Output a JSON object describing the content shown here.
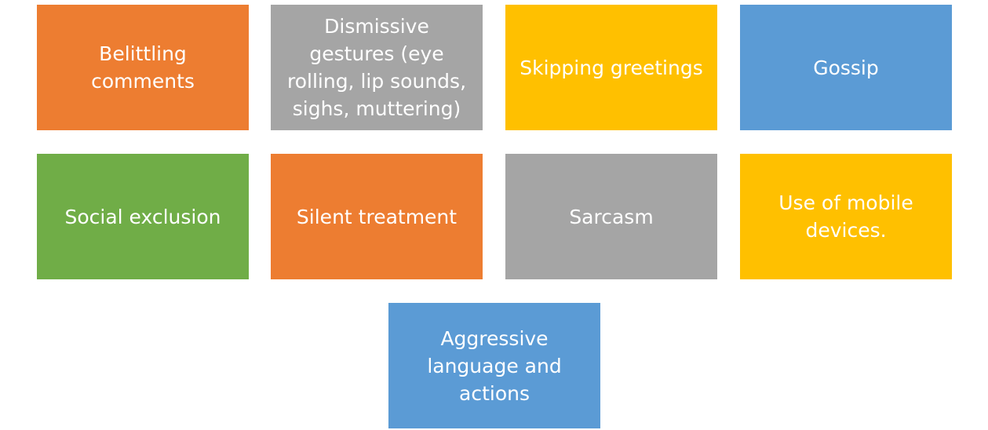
{
  "boxes": [
    {
      "label": "Belittling comments"
    },
    {
      "label": "Dismissive gestures (eye rolling, lip sounds, sighs, muttering)"
    },
    {
      "label": "Skipping greetings"
    },
    {
      "label": "Gossip"
    },
    {
      "label": "Social exclusion"
    },
    {
      "label": "Silent treatment"
    },
    {
      "label": "Sarcasm"
    },
    {
      "label": "Use of mobile devices."
    },
    {
      "label": "Aggressive language and actions"
    }
  ],
  "colors": {
    "orange": "#ED7D31",
    "gray": "#A5A5A5",
    "yellow": "#FFC000",
    "blue": "#5B9BD5",
    "green": "#70AD47",
    "text": "#FFFFFF"
  }
}
